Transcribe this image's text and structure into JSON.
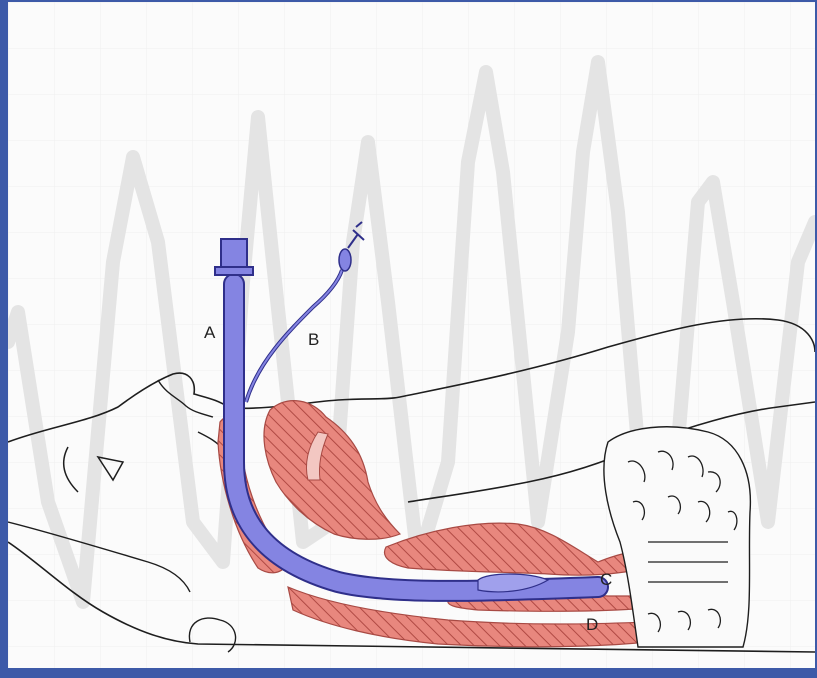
{
  "labels": {
    "a": "A",
    "b": "B",
    "c": "C",
    "d": "D"
  },
  "colors": {
    "frame": "#3d5aa8",
    "tube": "#7f7fe0",
    "tube_outline": "#2f2f8a",
    "tissue": "#e8877e",
    "tissue_hatch": "#a84a44",
    "line": "#1e1e1e",
    "waveform": "#e2e2e2",
    "grid": "#f0f0f0"
  }
}
